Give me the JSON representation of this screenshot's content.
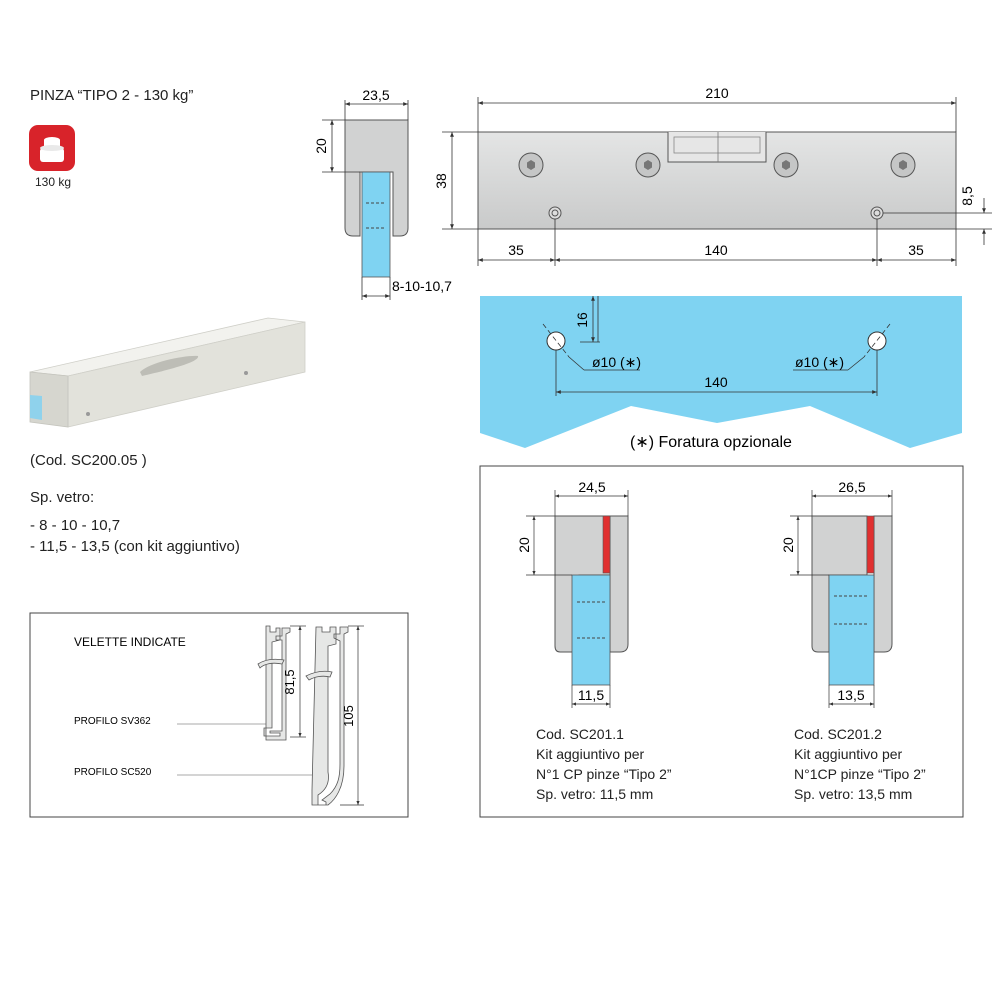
{
  "header": {
    "title": "PINZA “TIPO 2 - 130 kg”",
    "weight_badge_label": "130 kg",
    "weight_icon": "weight-icon"
  },
  "product": {
    "code": "(Cod. SC200.05 )",
    "glass_heading": "Sp. vetro:",
    "glass_line_1": "- 8 - 10 - 10,7",
    "glass_line_2": "- 11,5 - 13,5 (con kit aggiuntivo)"
  },
  "side_section": {
    "width_label": "23,5",
    "height_label": "20",
    "glass_label": "8-10-10,7"
  },
  "front_view": {
    "length_label": "210",
    "height_label": "38",
    "offset_label": "8,5",
    "left_label": "35",
    "center_label": "140",
    "right_label": "35"
  },
  "glass_panel": {
    "depth_label": "16",
    "hole_left_label": "ø10 (∗)",
    "hole_right_label": "ø10 (∗)",
    "spacing_label": "140",
    "note": "(∗) Foratura opzionale"
  },
  "velette": {
    "title": "VELETTE INDICATE",
    "profile_1": "PROFILO SV362",
    "profile_2": "PROFILO SC520",
    "height_1": "81,5",
    "height_2": "105"
  },
  "kits": [
    {
      "width_label": "24,5",
      "height_label": "20",
      "glass_label": "11,5",
      "code": "Cod. SC201.1",
      "line_1": "Kit aggiuntivo per",
      "line_2": "N°1 CP pinze “Tipo 2”",
      "line_3": "Sp. vetro: 11,5 mm"
    },
    {
      "width_label": "26,5",
      "height_label": "20",
      "glass_label": "13,5",
      "code": "Cod. SC201.2",
      "line_1": "Kit aggiuntivo per",
      "line_2": "N°1CP pinze “Tipo 2”",
      "line_3": "Sp. vetro: 13,5 mm"
    }
  ],
  "colors": {
    "glass": "#7fd3f2",
    "metal": "#d2d3d3",
    "badge": "#d8232a",
    "seal": "#e03030",
    "line": "#333333"
  }
}
